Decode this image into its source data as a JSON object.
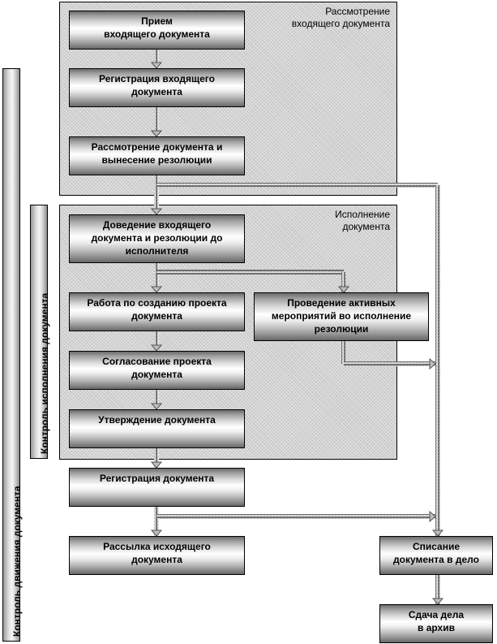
{
  "groups": {
    "review": {
      "title": "Рассмотрение\nвходящего документа"
    },
    "execution": {
      "title": "Исполнение\nдокумента"
    }
  },
  "control_bars": {
    "movement": {
      "label": "Контроль движения документа"
    },
    "execution": {
      "label": "Контроль исполнения  документа"
    }
  },
  "steps": {
    "receive": "Прием\nвходящего документа",
    "register_incoming": "Регистрация входящего\nдокумента",
    "review_resolution": "Рассмотрение документа и\nвынесение резолюции",
    "deliver_to_executor": "Доведение входящего\nдокумента и резолюции до\nисполнителя",
    "draft_work": "Работа по созданию проекта\nдокумента",
    "active_measures": "Проведение активных\nмероприятий во исполнение\nрезолюции",
    "approval_draft": "Согласование проекта\nдокумента",
    "approve": "Утверждение документа",
    "register_document": "Регистрация документа",
    "send_outgoing": "Рассылка исходящего\nдокумента",
    "file_to_case": "Списание\nдокумента в дело",
    "archive": "Сдача дела\nв архив"
  },
  "colors": {
    "connector": "#8c8c8c",
    "group_fill": "#c8c8c8",
    "border": "#000000"
  }
}
